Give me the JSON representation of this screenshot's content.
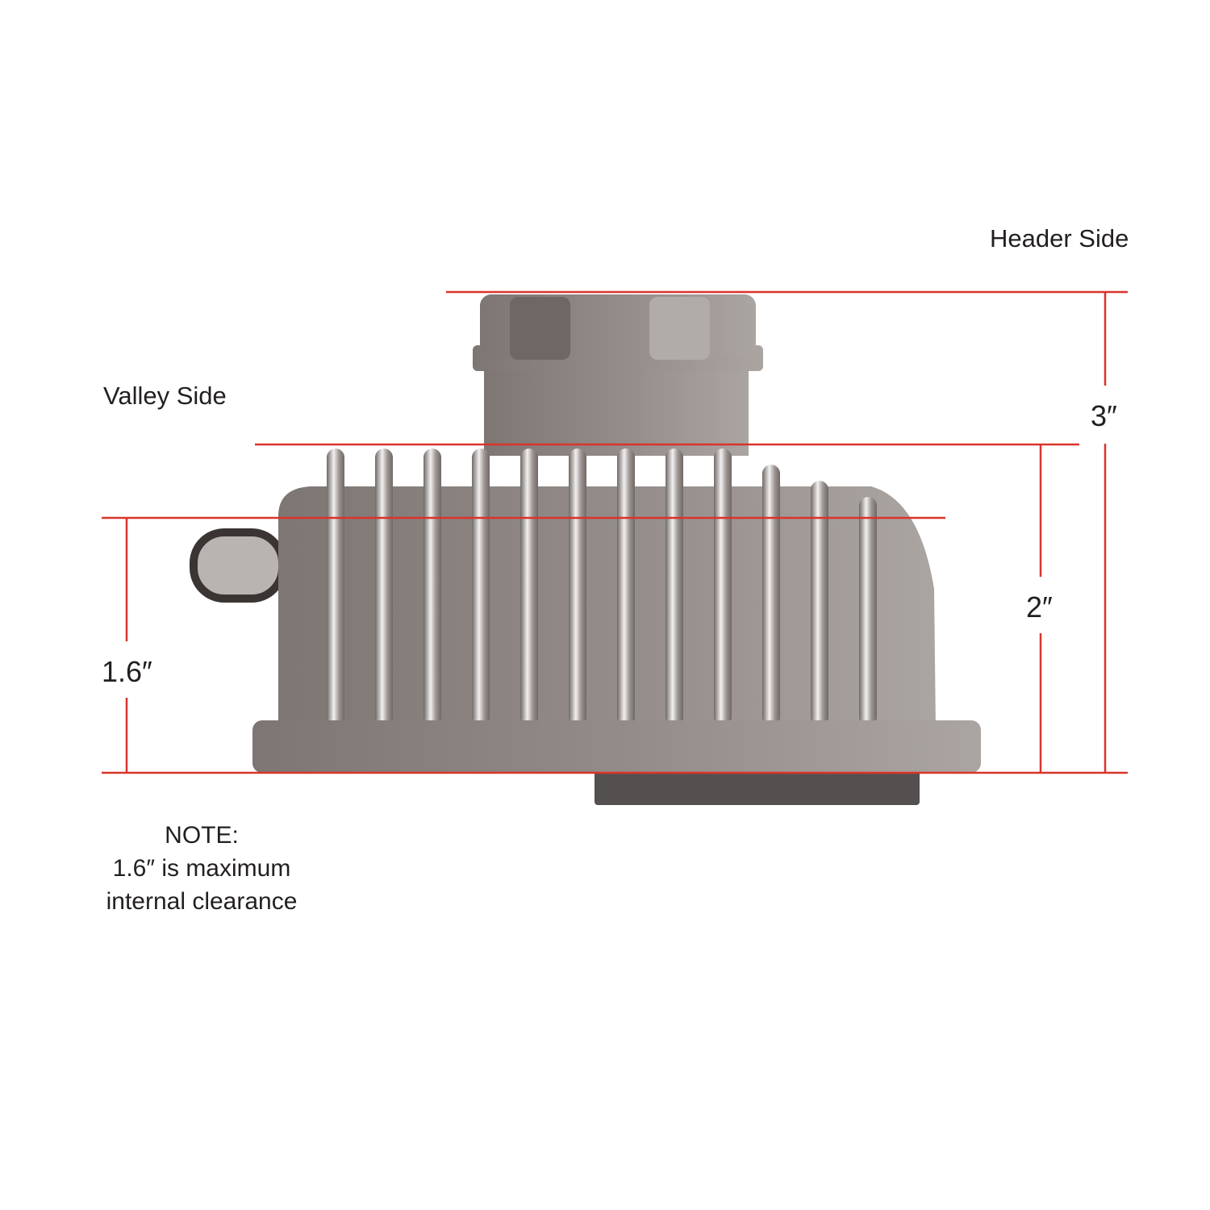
{
  "labels": {
    "header_side": "Header Side",
    "valley_side": "Valley Side"
  },
  "dimensions": {
    "overall_height": "3″",
    "fin_height": "2″",
    "body_height": "1.6″"
  },
  "note": {
    "title": "NOTE:",
    "line1": "1.6″ is maximum",
    "line2": "internal clearance"
  },
  "colors": {
    "dimension_line": "#d9342b",
    "part": "#8f8985"
  }
}
